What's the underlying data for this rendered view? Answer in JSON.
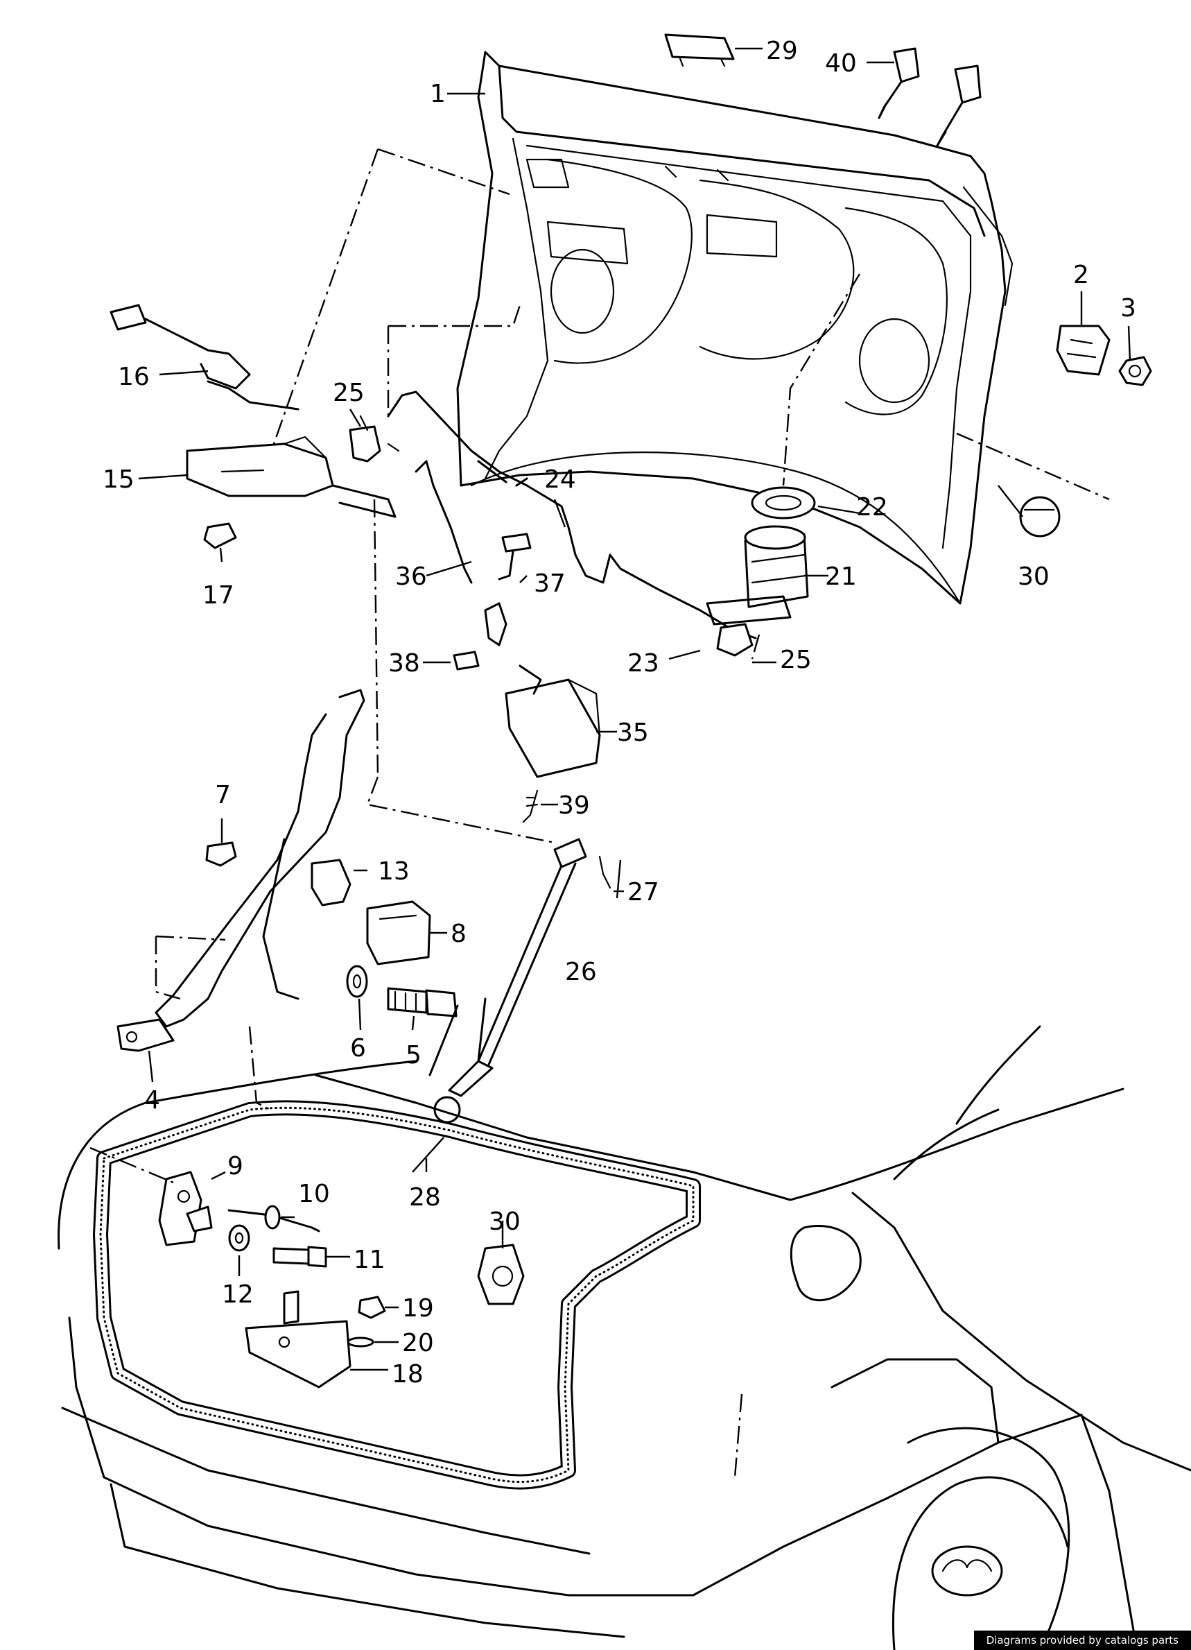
{
  "diagram": {
    "callouts": {
      "c1": "1",
      "c2": "2",
      "c3": "3",
      "c4": "4",
      "c5": "5",
      "c6": "6",
      "c7": "7",
      "c8": "8",
      "c9": "9",
      "c10": "10",
      "c11": "11",
      "c12": "12",
      "c13": "13",
      "c15": "15",
      "c16": "16",
      "c17": "17",
      "c18": "18",
      "c19": "19",
      "c20": "20",
      "c21": "21",
      "c22": "22",
      "c23": "23",
      "c24": "24",
      "c25a": "25",
      "c25b": "25",
      "c26": "26",
      "c27": "27",
      "c28": "28",
      "c29": "29",
      "c30a": "30",
      "c30b": "30",
      "c35": "35",
      "c36": "36",
      "c37": "37",
      "c38": "38",
      "c39": "39",
      "c40": "40"
    }
  },
  "watermark": "Diagrams provided by catalogs parts"
}
